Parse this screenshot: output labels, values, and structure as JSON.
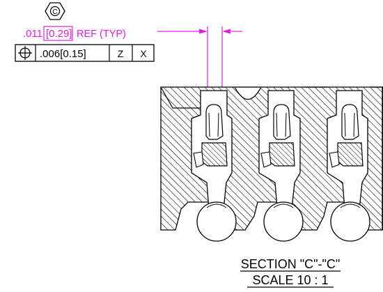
{
  "callout": {
    "symbol": "C",
    "dimension": ".011",
    "dimension_metric": "[0.29]",
    "ref_note": "REF (TYP)"
  },
  "feature_control_frame": {
    "symbol_name": "position-icon",
    "tolerance": ".006[0.15]",
    "datum_1": "Z",
    "datum_2": "X"
  },
  "section": {
    "title": "SECTION \"C\"-\"C\"",
    "scale": "SCALE 10 : 1"
  },
  "colors": {
    "annotation": "#e21ee2",
    "linework": "#000000"
  }
}
